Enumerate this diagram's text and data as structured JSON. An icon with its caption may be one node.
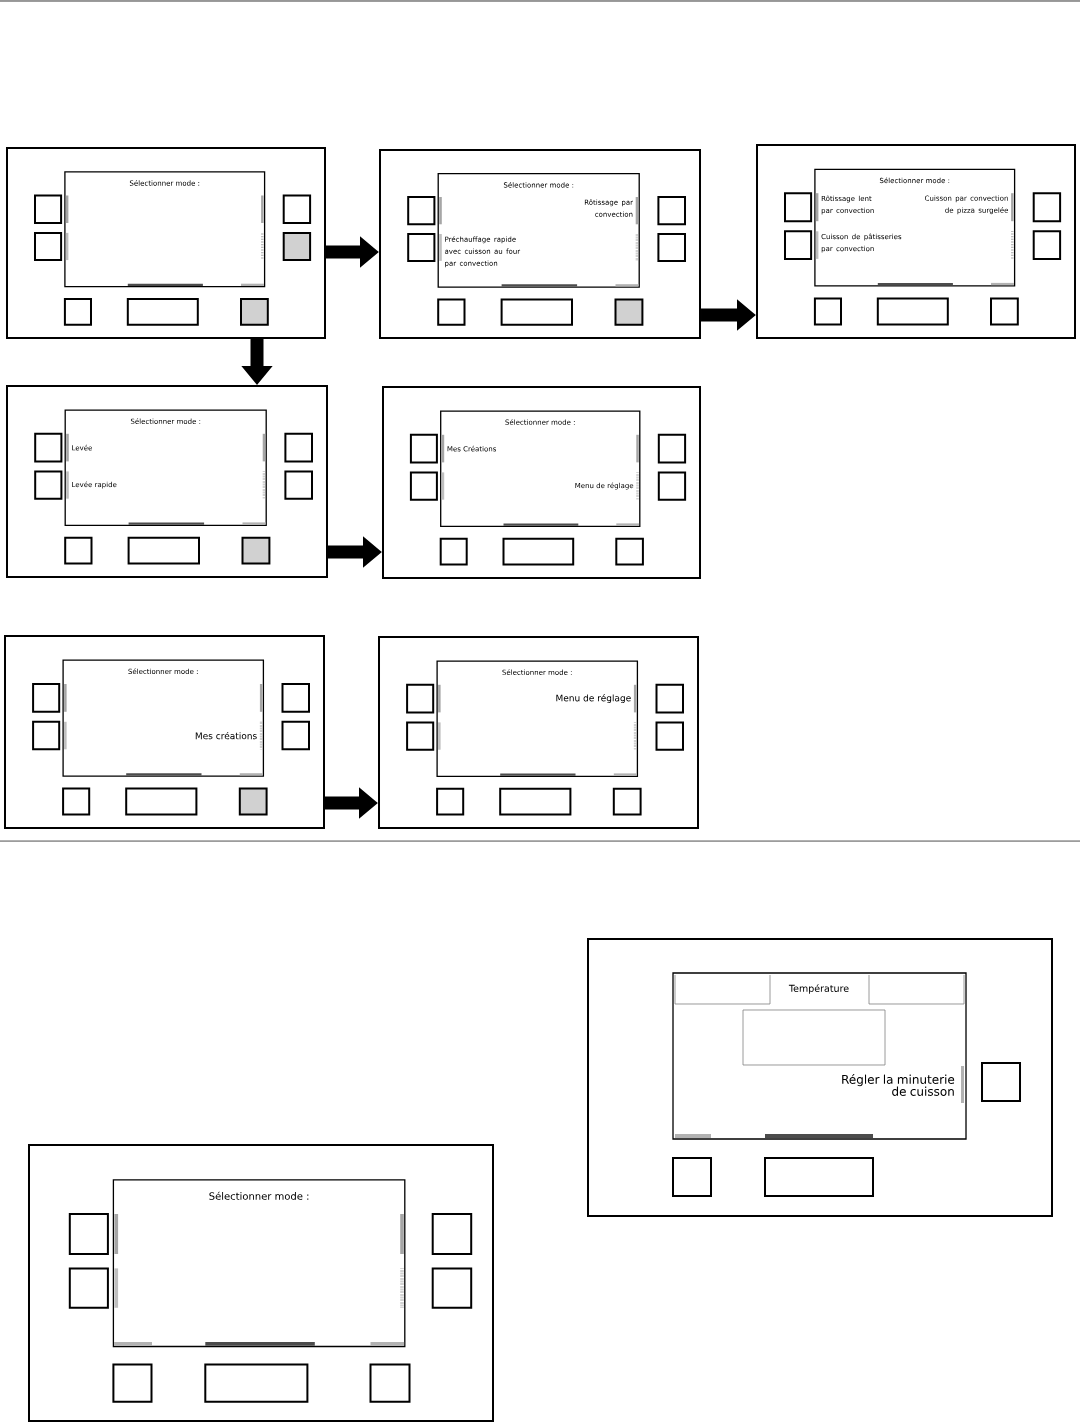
{
  "diagram": {
    "nodes": [
      {
        "text": [
          "Sélectionner mode :"
        ]
      },
      {
        "text": [
          "Sélectionner mode :",
          "Rôtissage par convection",
          "Préchauffage rapide avec cuisson au four par convection"
        ]
      },
      {
        "text": [
          "Sélectionner mode :",
          "Rôtissage lent par convection",
          "Cuisson par convection de pizza surgelée",
          "Cuisson de pâtisseries par convection"
        ]
      },
      {
        "text": [
          "Sélectionner mode :",
          "Levée",
          "Levée rapide"
        ]
      },
      {
        "text": [
          "Sélectionner mode :",
          "Mes Créations",
          "Menu de réglage"
        ]
      },
      {
        "text": [
          "Sélectionner mode :",
          "Mes créations"
        ]
      },
      {
        "text": [
          "Sélectionner mode :",
          "Menu de réglage"
        ]
      },
      {
        "text": [
          "Température",
          "Régler la minuterie de cuisson"
        ]
      },
      {
        "text": [
          "Sélectionner mode :"
        ]
      }
    ],
    "edges": [
      {
        "from": 0,
        "to": 1,
        "arrow": "to"
      },
      {
        "from": 1,
        "to": 2,
        "arrow": "to"
      },
      {
        "from": 0,
        "to": 3,
        "arrow": "to"
      },
      {
        "from": 3,
        "to": 4,
        "arrow": "to"
      },
      {
        "from": 5,
        "to": 6,
        "arrow": "to"
      }
    ]
  }
}
